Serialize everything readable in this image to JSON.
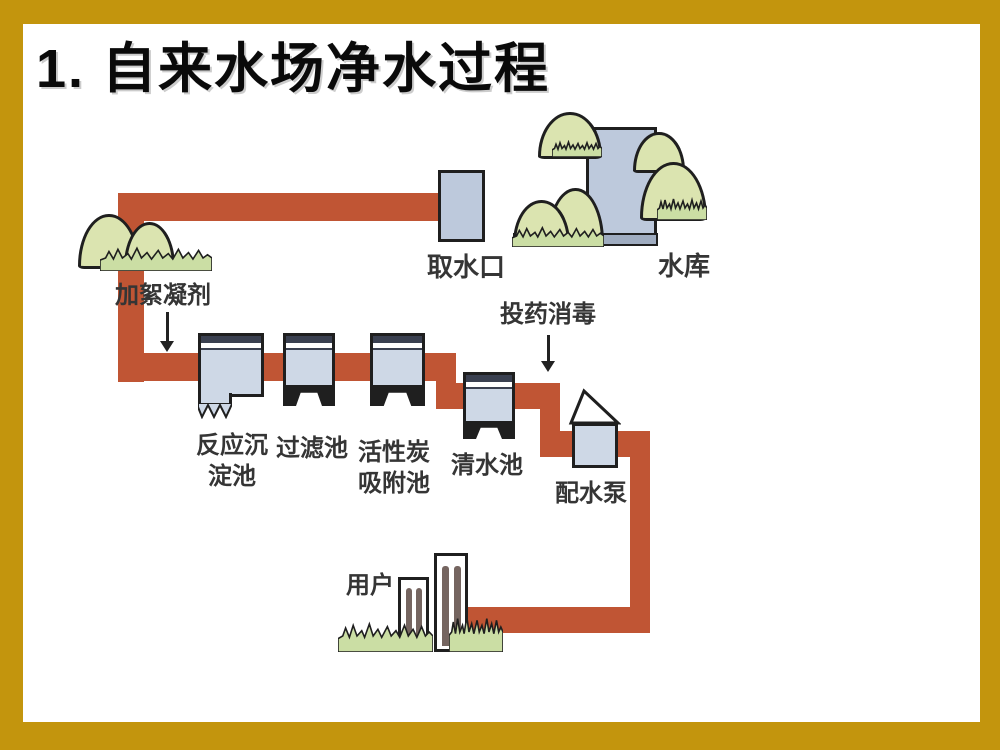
{
  "slide": {
    "title": "1. 自来水场净水过程"
  },
  "colors": {
    "gold": "#C3950D",
    "pipe": "#C05534",
    "tank": "#CED8E6",
    "cap": "#3A4050",
    "water": "#BDC9DC",
    "shore": "#9FACC0",
    "hill": "#DBE4B0",
    "grass": "#CBDEA4",
    "outline": "#1F1F1F",
    "label": "#353535",
    "title": "#0A0A0A",
    "window": "#756560"
  },
  "diagram": {
    "labels": {
      "reservoir": "水库",
      "intake": "取水口",
      "flocculant": "加絮凝剂",
      "sedimentation": "反应沉\n淀池",
      "filter": "过滤池",
      "carbon": "活性炭\n吸附池",
      "clear_water": "清水池",
      "disinfection": "投药消毒",
      "pump": "配水泵",
      "users": "用户"
    }
  }
}
